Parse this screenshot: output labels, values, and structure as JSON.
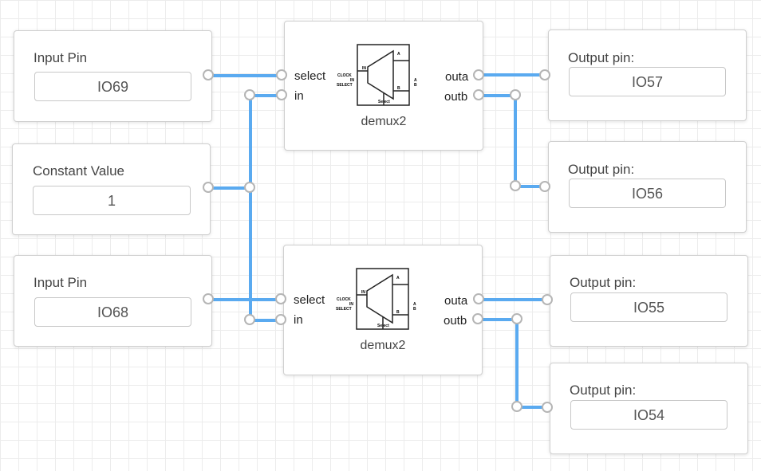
{
  "colors": {
    "wire": "#5aaaf0",
    "node_border": "#cfcfcf",
    "grid": "#ececec"
  },
  "nodes": {
    "input1": {
      "title": "Input Pin",
      "value": "IO69"
    },
    "constant": {
      "title": "Constant Value",
      "value": "1"
    },
    "input2": {
      "title": "Input Pin",
      "value": "IO68"
    },
    "demux1": {
      "name": "demux2",
      "port_select": "select",
      "port_in": "in",
      "port_outa": "outa",
      "port_outb": "outb",
      "icon": {
        "clock": "CLOCK",
        "in": "IN",
        "select": "SELECT",
        "a": "A",
        "b": "B",
        "sel": "Select",
        "in2": "IN"
      }
    },
    "demux2": {
      "name": "demux2",
      "port_select": "select",
      "port_in": "in",
      "port_outa": "outa",
      "port_outb": "outb",
      "icon": {
        "clock": "CLOCK",
        "in": "IN",
        "select": "SELECT",
        "a": "A",
        "b": "B",
        "sel": "Select",
        "in2": "IN"
      }
    },
    "output1": {
      "title": "Output pin:",
      "value": "IO57"
    },
    "output2": {
      "title": "Output pin:",
      "value": "IO56"
    },
    "output3": {
      "title": "Output pin:",
      "value": "IO55"
    },
    "output4": {
      "title": "Output pin:",
      "value": "IO54"
    }
  }
}
